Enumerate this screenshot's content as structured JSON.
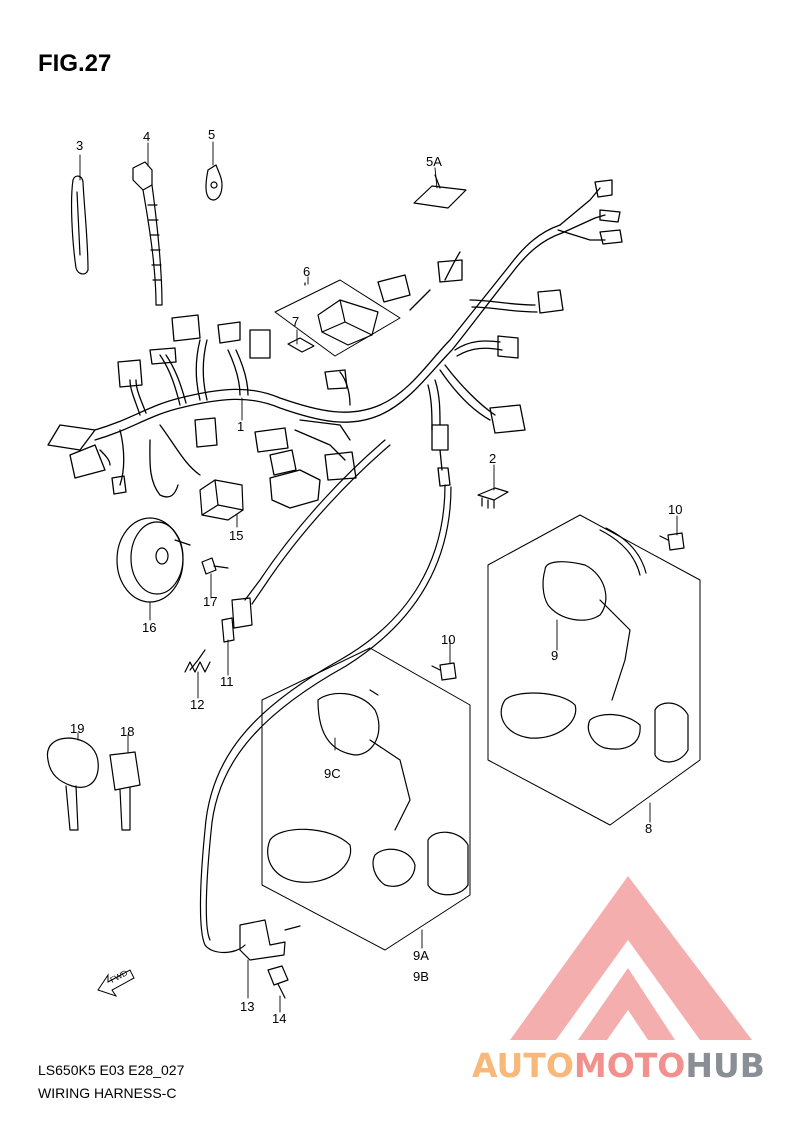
{
  "figure": {
    "title": "FIG.27"
  },
  "callouts": {
    "c1": "1",
    "c2": "2",
    "c3": "3",
    "c4": "4",
    "c5": "5",
    "c5a": "5A",
    "c6": "6",
    "c7": "7",
    "c8": "8",
    "c9": "9",
    "c9a": "9A",
    "c9b": "9B",
    "c9c": "9C",
    "c10a": "10",
    "c10b": "10",
    "c11": "11",
    "c12": "12",
    "c13": "13",
    "c14": "14",
    "c15": "15",
    "c16": "16",
    "c17": "17",
    "c18": "18",
    "c19": "19"
  },
  "footer": {
    "model_code": "LS650K5 E03 E28_027",
    "caption": "WIRING HARNESS-C"
  },
  "watermark": {
    "text_part1": "AUTO",
    "text_part2": "MOTO",
    "text_part3": "HUB",
    "colors": {
      "part1": "#f7b87a",
      "part2": "#f2908e",
      "part3": "#8a8f96",
      "logo": "#f4a0a0"
    }
  },
  "fwd_arrow": {
    "label": "FWD"
  },
  "line_color": "#000000"
}
